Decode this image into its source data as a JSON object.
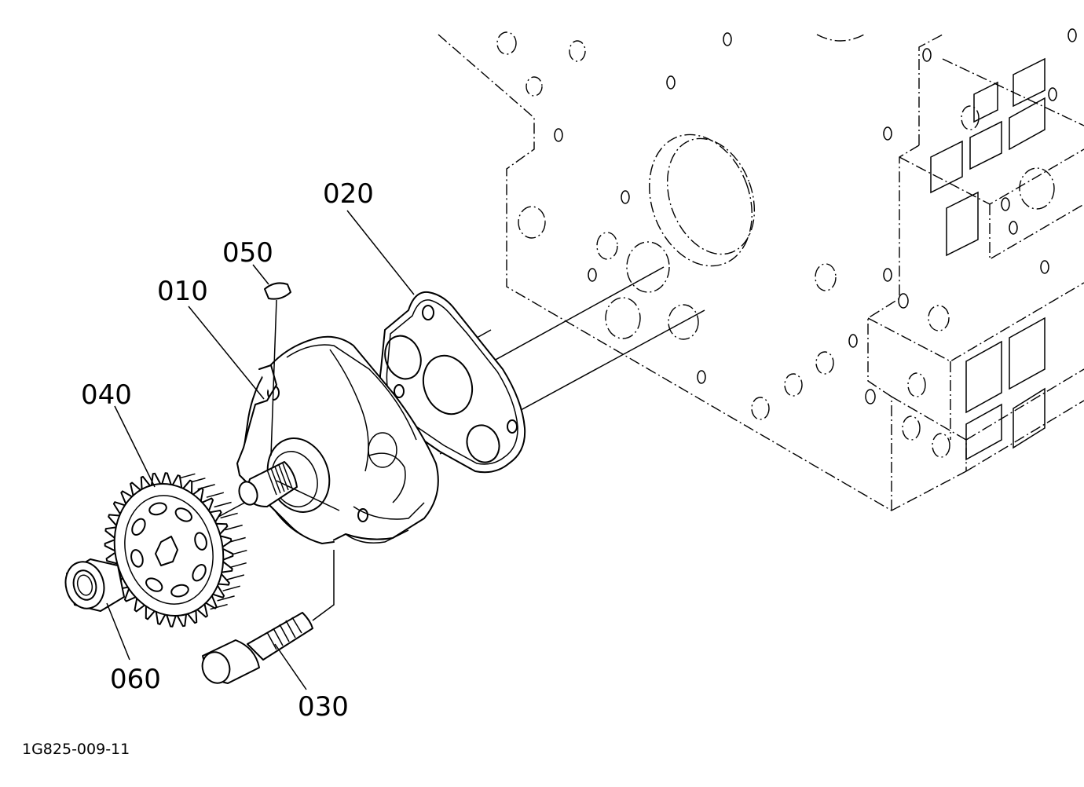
{
  "labels": {
    "part_010": "010",
    "part_020": "020",
    "part_030": "030",
    "part_040": "040",
    "part_050": "050",
    "part_060": "060"
  },
  "drawing_code": "1G825-009-11"
}
